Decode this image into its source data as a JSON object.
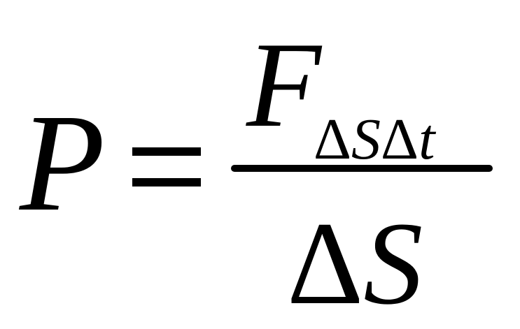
{
  "equation": {
    "lhs": "P",
    "equals": "=",
    "numerator": {
      "main": "F",
      "subscript": {
        "delta1": "Δ",
        "var1": "S",
        "delta2": "Δ",
        "var2": "t"
      }
    },
    "denominator": {
      "delta": "Δ",
      "var": "S"
    }
  }
}
